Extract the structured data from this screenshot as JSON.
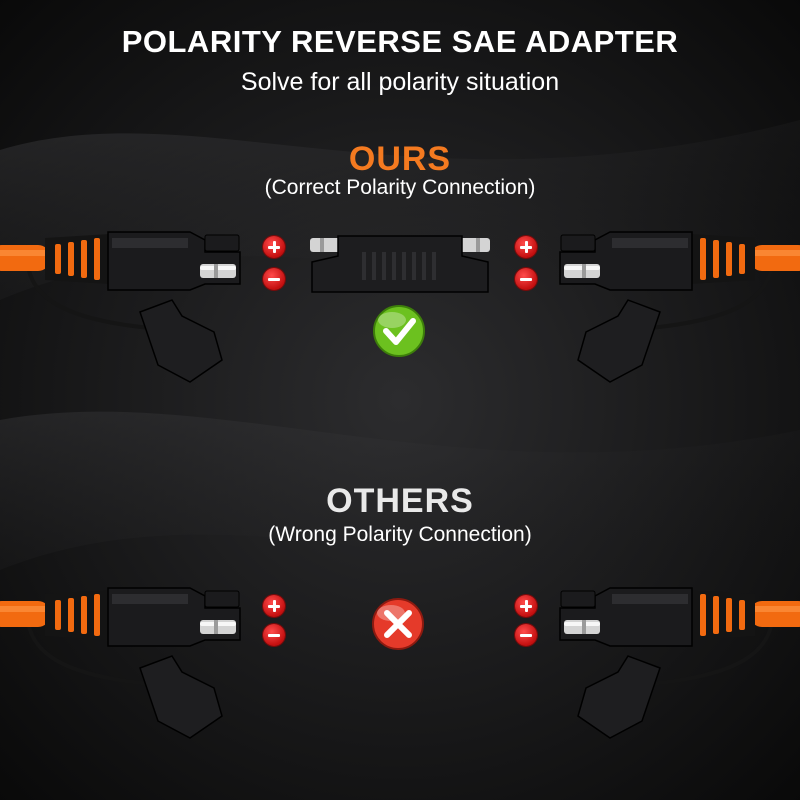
{
  "header": {
    "title": "POLARITY REVERSE SAE ADAPTER",
    "subtitle": "Solve for all polarity situation"
  },
  "ours": {
    "heading": "OURS",
    "caption": "(Correct Polarity Connection)"
  },
  "others": {
    "heading": "OTHERS",
    "caption": "(Wrong Polarity Connection)"
  },
  "colors": {
    "accent_orange": "#f47a20",
    "cable_orange": "#f26a10",
    "check_green": "#6cc11f",
    "cross_red": "#e53a2a"
  },
  "icons": [
    "check-icon",
    "cross-icon",
    "plus-icon",
    "minus-icon"
  ]
}
